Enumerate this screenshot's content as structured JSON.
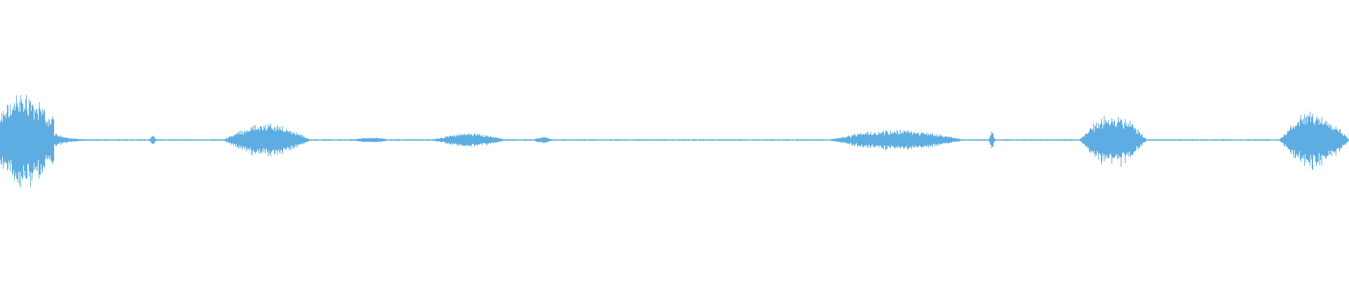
{
  "waveform": {
    "color": "#5dade2",
    "background": "#ffffff",
    "duration_fraction_total": 1.0,
    "baseline_amplitude": 0.008,
    "events": [
      {
        "start": 0.0,
        "end": 0.04,
        "peak": 0.8,
        "shape": "burst"
      },
      {
        "start": 0.04,
        "end": 0.08,
        "peak": 0.12,
        "shape": "decay"
      },
      {
        "start": 0.108,
        "end": 0.118,
        "peak": 0.1,
        "shape": "spike"
      },
      {
        "start": 0.165,
        "end": 0.23,
        "peak": 0.28,
        "shape": "swell"
      },
      {
        "start": 0.26,
        "end": 0.29,
        "peak": 0.04,
        "shape": "swell"
      },
      {
        "start": 0.32,
        "end": 0.375,
        "peak": 0.11,
        "shape": "swell"
      },
      {
        "start": 0.395,
        "end": 0.41,
        "peak": 0.05,
        "shape": "swell"
      },
      {
        "start": 0.614,
        "end": 0.715,
        "peak": 0.17,
        "shape": "swell"
      },
      {
        "start": 0.73,
        "end": 0.74,
        "peak": 0.16,
        "shape": "spike"
      },
      {
        "start": 0.8,
        "end": 0.85,
        "peak": 0.45,
        "shape": "swell"
      },
      {
        "start": 0.948,
        "end": 1.0,
        "peak": 0.48,
        "shape": "swell"
      }
    ]
  }
}
